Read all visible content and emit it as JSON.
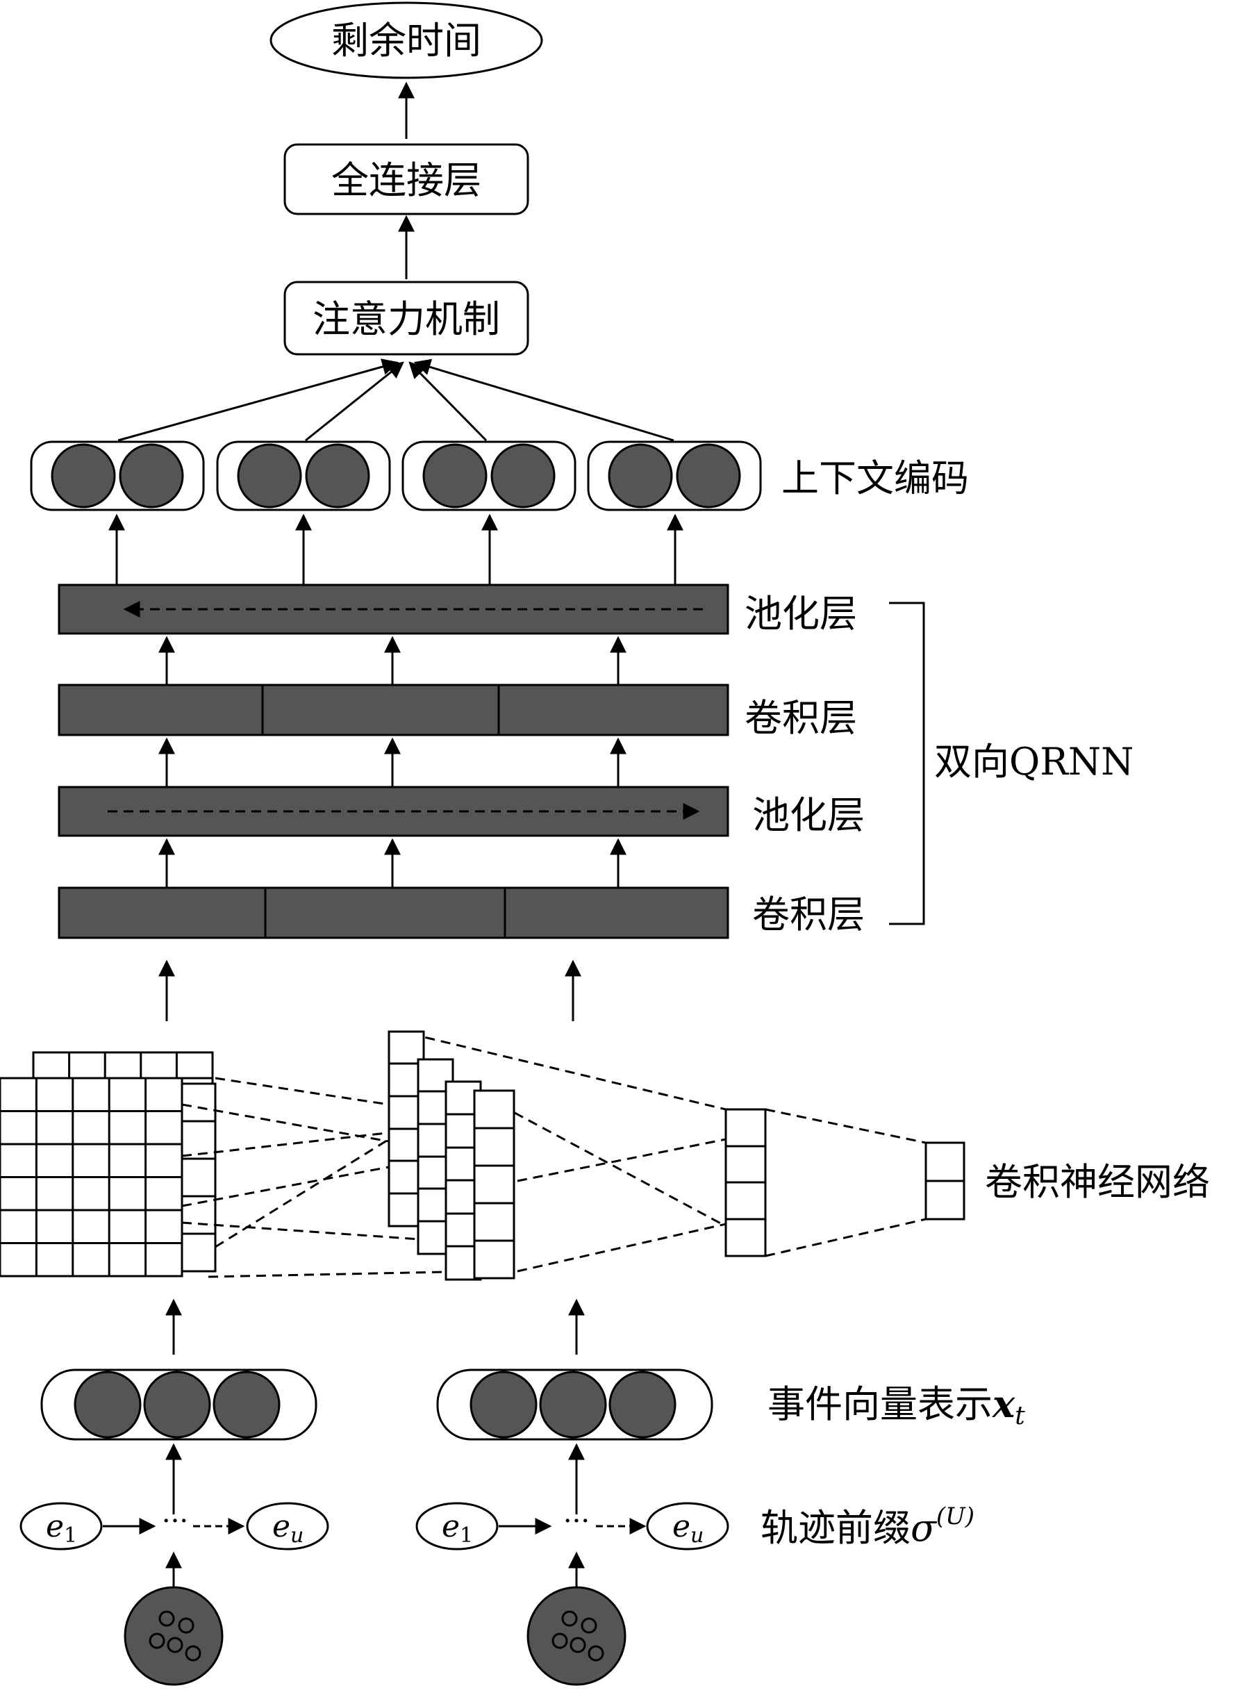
{
  "nodes": {
    "remaining_time": "剩余时间",
    "fully_connected": "全连接层",
    "attention": "注意力机制"
  },
  "labels": {
    "context_encoding": "上下文编码",
    "pool_top": "池化层",
    "conv_top": "卷积层",
    "pool_bottom": "池化层",
    "conv_bottom": "卷积层",
    "bi_qrnn": "双向QRNN",
    "cnn": "卷积神经网络",
    "event_vector_prefix": "事件向量表示",
    "event_vector_var": "x",
    "event_vector_sub": "t",
    "trace_prefix": "轨迹前缀",
    "trace_sigma": "σ",
    "trace_sup": "(U)"
  },
  "events": {
    "first_var": "e",
    "first_sub": "1",
    "last_var": "e",
    "last_sub": "u",
    "ellipsis": "···"
  },
  "colors": {
    "fill_dark": "#555555",
    "stroke": "#000000",
    "background": "#ffffff"
  }
}
